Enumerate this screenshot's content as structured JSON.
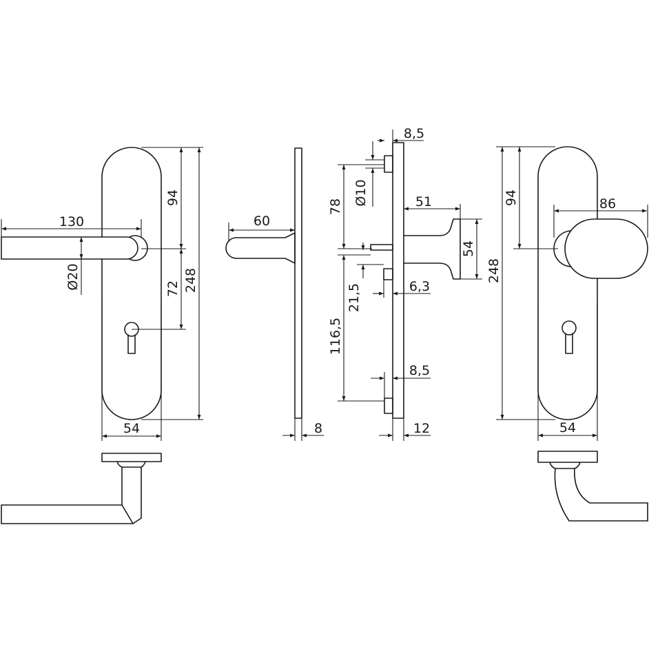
{
  "dimensions": {
    "lever_length": "130",
    "lever_diameter": "Ø20",
    "plate_upper": "94",
    "plate_key_offset": "72",
    "plate_height": "248",
    "plate_width": "54",
    "side_projection": "60",
    "side_thickness": "8",
    "knob_top": "8,5",
    "knob_pin_diameter": "Ø10",
    "knob_upper": "78",
    "knob_projection": "51",
    "knob_height": "54",
    "knob_step": "21,5",
    "knob_depth": "6,3",
    "knob_lower": "116,5",
    "knob_bottom": "8,5",
    "knob_plate_thickness": "12",
    "right_upper": "94",
    "right_knob_length": "86",
    "right_height": "248",
    "right_width": "54"
  }
}
